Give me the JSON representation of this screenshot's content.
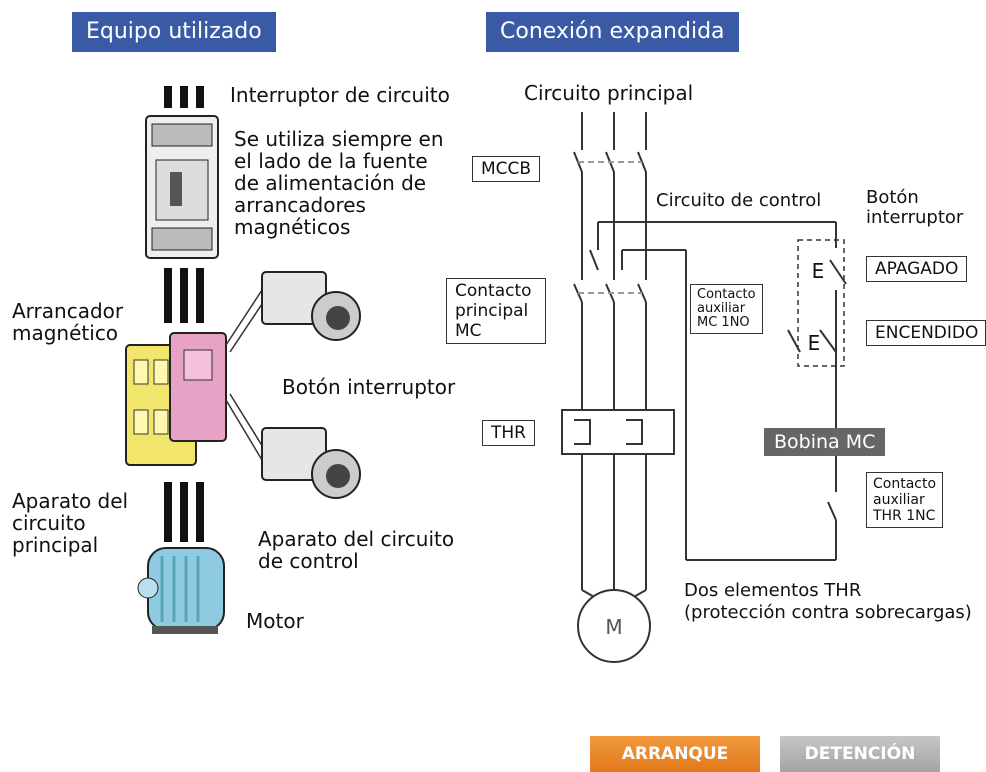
{
  "headers": {
    "equipment": "Equipo utilizado",
    "expanded": "Conexión expandida"
  },
  "left": {
    "breaker_title": "Interruptor de circuito",
    "breaker_desc": [
      "Se utiliza siempre en",
      "el lado de la fuente",
      "de alimentación de",
      "arrancadores",
      "magnéticos"
    ],
    "starter": [
      "Arrancador",
      "magnético"
    ],
    "push_button": "Botón interruptor",
    "main_circuit_device": [
      "Aparato del",
      "circuito",
      "principal"
    ],
    "control_circuit_device": [
      "Aparato del circuito",
      "de control"
    ],
    "motor": "Motor"
  },
  "right": {
    "main_circuit": "Circuito principal",
    "mccb": "MCCB",
    "control_circuit": "Circuito de control",
    "push_button": [
      "Botón",
      "interruptor"
    ],
    "off": "APAGADO",
    "on": "ENCENDIDO",
    "main_contact": [
      "Contacto",
      "principal",
      "MC"
    ],
    "aux_contact_mc": [
      "Contacto",
      "auxiliar",
      "MC 1NO"
    ],
    "thr": "THR",
    "coil": "Bobina MC",
    "aux_contact_thr": [
      "Contacto",
      "auxiliar",
      "THR 1NC"
    ],
    "thr_elements": [
      "Dos elementos THR",
      "(protección contra sobrecargas)"
    ],
    "motor_symbol": "M",
    "switch_letter_1": "E",
    "switch_letter_2": "E"
  },
  "buttons": {
    "start": "ARRANQUE",
    "stop": "DETENCIÓN"
  }
}
